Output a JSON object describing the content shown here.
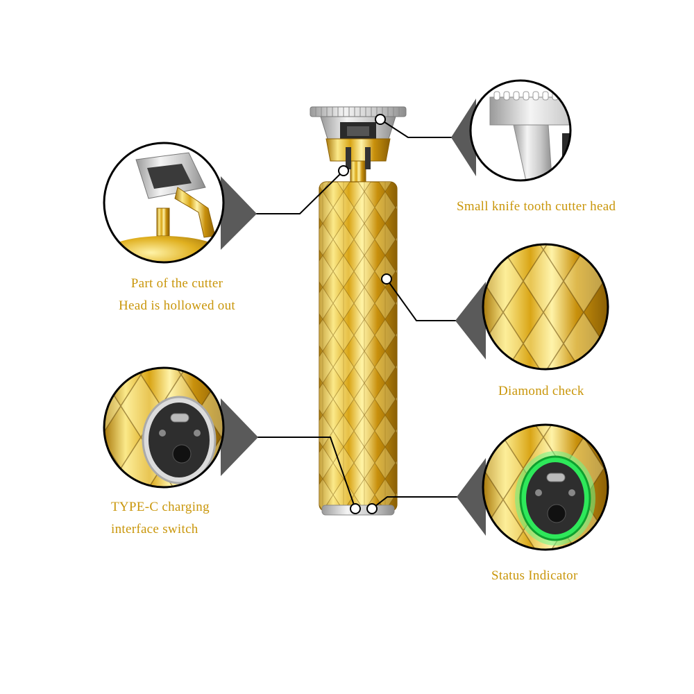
{
  "colors": {
    "label_text": "#c9960a",
    "gold_light": "#fbe98a",
    "gold_mid": "#e0b020",
    "gold_dark": "#8a5f05",
    "leader_line": "#000000",
    "status_glow": "#2ee85a",
    "silver": "#dcdcdc"
  },
  "labels": {
    "cutter_head": "Small knife tooth cutter head",
    "hollow_line1": "Part of the cutter",
    "hollow_line2": "Head is hollowed out",
    "diamond": "Diamond check",
    "typec_line1": "TYPE-C charging",
    "typec_line2": "interface switch",
    "status": "Status Indicator"
  },
  "callouts": [
    {
      "id": "cutter-head",
      "depicts": "t-blade-closeup"
    },
    {
      "id": "hollow-head",
      "depicts": "hollow-cutter-head-closeup"
    },
    {
      "id": "diamond-check",
      "depicts": "diamond-pattern-closeup"
    },
    {
      "id": "typec-interface",
      "depicts": "charging-port-closeup"
    },
    {
      "id": "status-indicator",
      "depicts": "green-ring-closeup"
    }
  ]
}
